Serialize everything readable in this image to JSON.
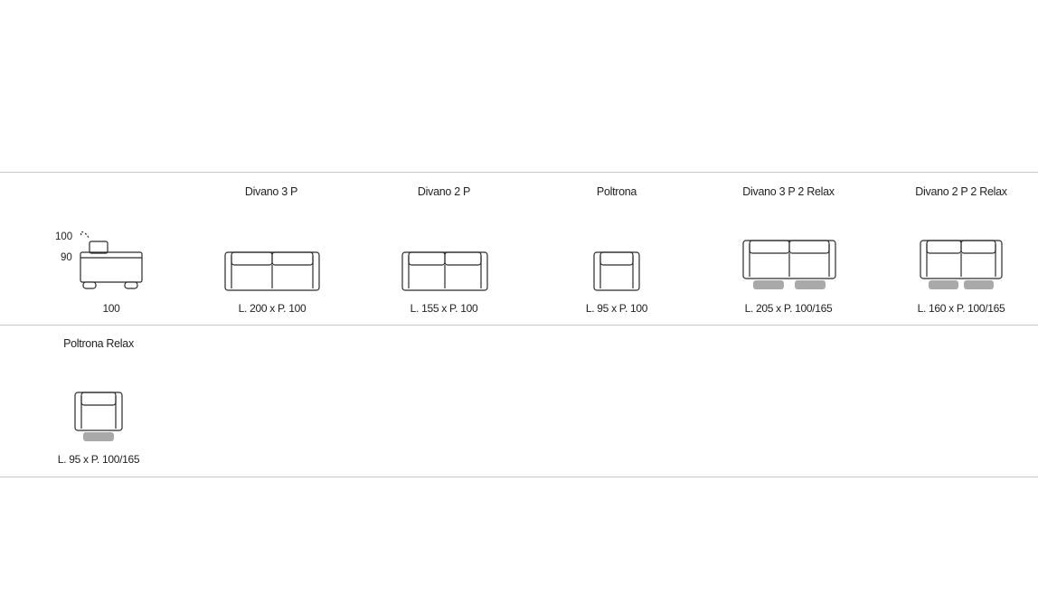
{
  "side_view": {
    "back_height": "100",
    "seat_height": "90",
    "depth": "100"
  },
  "models": [
    {
      "name": "Divano 3 P",
      "size": "L. 200 x  P. 100"
    },
    {
      "name": "Divano 2 P",
      "size": "L. 155 x  P. 100"
    },
    {
      "name": "Poltrona",
      "size": "L. 95 x  P. 100"
    },
    {
      "name": "Divano 3 P 2 Relax",
      "size": "L. 205  x  P. 100/165"
    },
    {
      "name": "Divano 2 P 2 Relax",
      "size": "L. 160  x  P. 100/165"
    },
    {
      "name": "Poltrona Relax",
      "size": "L. 95  x  P. 100/165"
    }
  ],
  "colors": {
    "line": "#2a2a2a",
    "relax_mechanism": "#a9a9a9",
    "divider": "#c8c8c8"
  },
  "icons": [
    "sofa-side-view-icon",
    "sofa-3-seat-icon",
    "sofa-2-seat-icon",
    "armchair-icon",
    "sofa-3-seat-relax-icon",
    "sofa-2-seat-relax-icon",
    "armchair-relax-icon"
  ]
}
